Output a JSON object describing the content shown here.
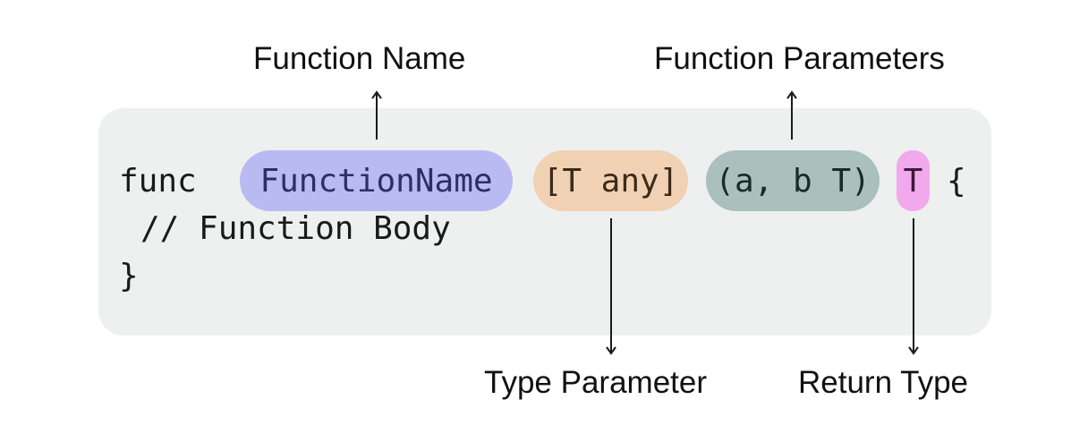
{
  "labels": {
    "function_name": "Function Name",
    "function_parameters": "Function Parameters",
    "type_parameter": "Type Parameter",
    "return_type": "Return Type"
  },
  "code": {
    "keyword": "func",
    "function_name": "FunctionName",
    "type_params": "[T any]",
    "params": "(a, b T)",
    "return_type": "T",
    "open_brace": "{",
    "body_comment": "// Function Body",
    "close_brace": "}"
  },
  "colors": {
    "function_name": "#babaf2",
    "type_params": "#f1d1b3",
    "params": "#a9c0bd",
    "return_type": "#f2a8ec",
    "code_background": "#eeefef"
  }
}
